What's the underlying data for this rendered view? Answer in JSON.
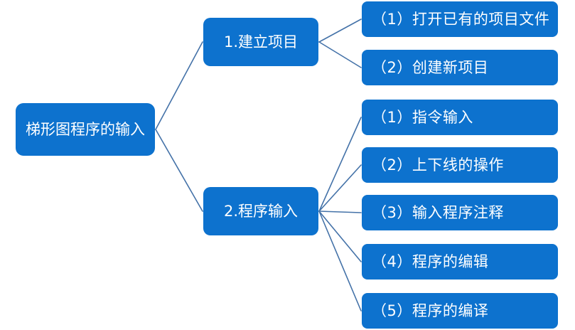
{
  "diagram": {
    "type": "tree-mindmap",
    "title": "梯形图程序的输入",
    "theme": {
      "node_fill": "#0d72ce",
      "node_text": "#ffffff",
      "edge_color": "#4472a8",
      "background": "#ffffff"
    },
    "root": {
      "id": "root",
      "label": "梯形图程序的输入"
    },
    "branches": [
      {
        "id": "b1",
        "label": "1.建立项目",
        "children": [
          {
            "id": "b1c1",
            "label": "（1）打开已有的项目文件"
          },
          {
            "id": "b1c2",
            "label": "（2）创建新项目"
          }
        ]
      },
      {
        "id": "b2",
        "label": "2.程序输入",
        "children": [
          {
            "id": "b2c1",
            "label": "（1）指令输入"
          },
          {
            "id": "b2c2",
            "label": "（2）上下线的操作"
          },
          {
            "id": "b2c3",
            "label": "（3）输入程序注释"
          },
          {
            "id": "b2c4",
            "label": "（4）程序的编辑"
          },
          {
            "id": "b2c5",
            "label": "（5）程序的编译"
          }
        ]
      }
    ]
  }
}
